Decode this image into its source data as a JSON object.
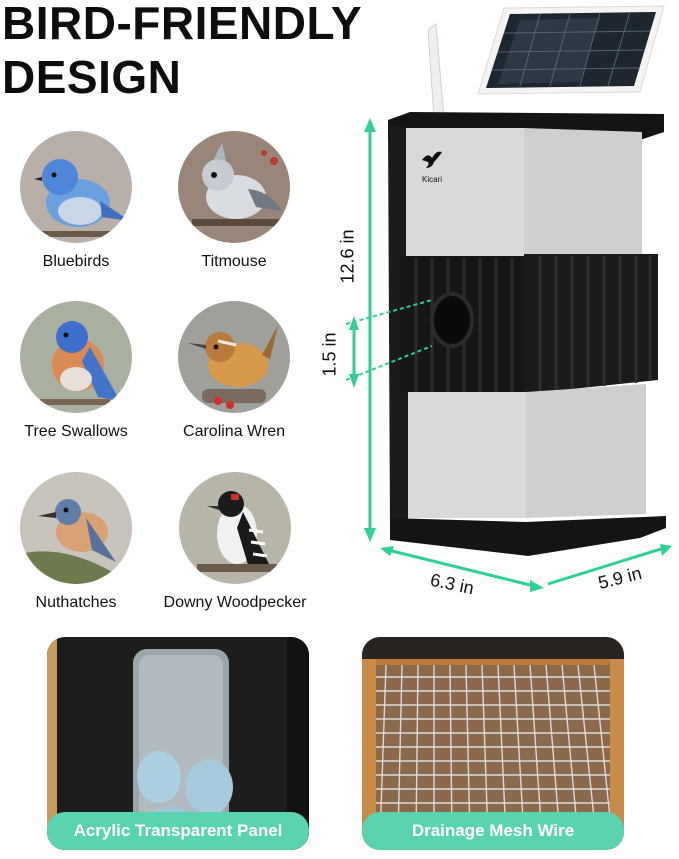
{
  "heading": {
    "line1": "BIRD-FRIENDLY",
    "line2": "DESIGN"
  },
  "birds": [
    {
      "name": "Bluebirds",
      "icon": "bluebird-photo"
    },
    {
      "name": "Titmouse",
      "icon": "titmouse-photo"
    },
    {
      "name": "Tree Swallows",
      "icon": "tree-swallow-photo"
    },
    {
      "name": "Carolina Wren",
      "icon": "carolina-wren-photo"
    },
    {
      "name": "Nuthatches",
      "icon": "nuthatch-photo"
    },
    {
      "name": "Downy Woodpecker",
      "icon": "downy-woodpecker-photo"
    }
  ],
  "product": {
    "brand": "Kicari"
  },
  "dimensions": {
    "height": "12.6 in",
    "hole": "1.5 in",
    "width": "6.3 in",
    "depth": "5.9 in"
  },
  "features": [
    {
      "label": "Acrylic Transparent Panel"
    },
    {
      "label": "Drainage Mesh Wire"
    }
  ],
  "colors": {
    "accent": "#5ad3b0",
    "dimension_line": "#2fcf9a",
    "house_black": "#141414",
    "house_gray": "#d9d9d9"
  }
}
